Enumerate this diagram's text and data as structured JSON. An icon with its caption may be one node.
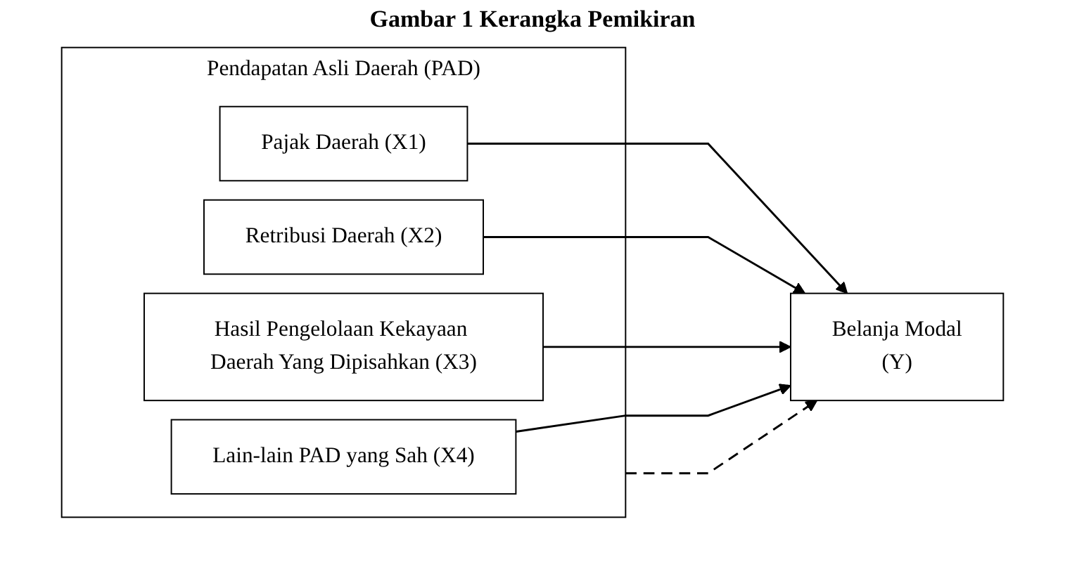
{
  "diagram": {
    "title": "Gambar 1 Kerangka Pemikiran",
    "nodes": [
      {
        "text": [
          "Pendapatan Asli Daerah (PAD)"
        ]
      },
      {
        "text": [
          "Pajak Daerah (X1)"
        ],
        "in": 0
      },
      {
        "text": [
          "Retribusi Daerah (X2)"
        ],
        "in": 0
      },
      {
        "text": [
          "Hasil Pengelolaan Kekayaan Daerah Yang Dipisahkan (X3)"
        ],
        "in": 0
      },
      {
        "text": [
          "Lain-lain PAD yang Sah (X4)"
        ],
        "in": 0
      },
      {
        "text": [
          "Belanja Modal",
          "(Y)"
        ]
      }
    ],
    "edges": [
      {
        "from": 1,
        "to": 5,
        "arrow": "to"
      },
      {
        "from": 2,
        "to": 5,
        "arrow": "to"
      },
      {
        "from": 0,
        "to": 5,
        "arrow": "to",
        "style": "dashed"
      },
      {
        "from": 3,
        "to": 5,
        "arrow": "to"
      },
      {
        "from": 4,
        "to": 5,
        "arrow": "to"
      }
    ]
  }
}
